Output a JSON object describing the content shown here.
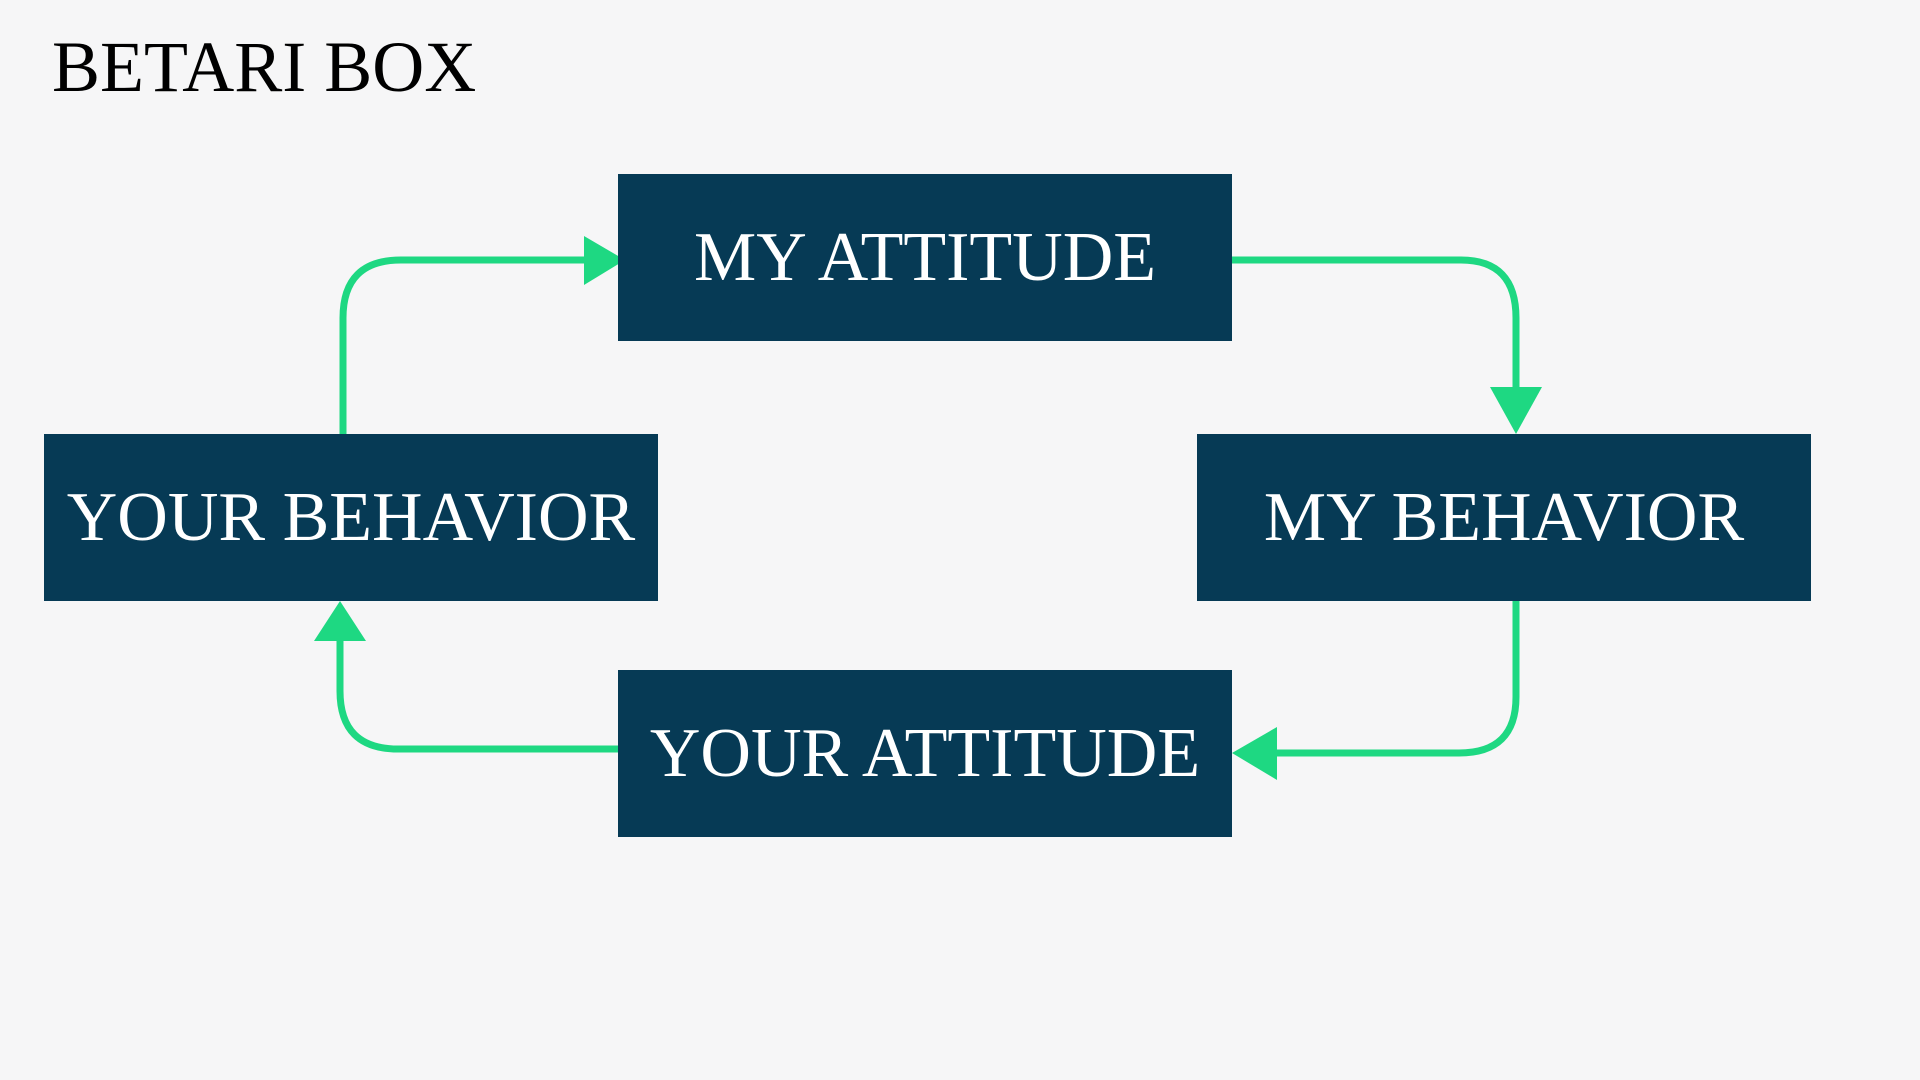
{
  "title": "BETARI BOX",
  "colors": {
    "background": "#f6f6f7",
    "box_fill": "#063a55",
    "box_text": "#ffffff",
    "arrow": "#1ed882",
    "title_text": "#000000"
  },
  "nodes": {
    "my_attitude": "MY ATTITUDE",
    "my_behavior": "MY BEHAVIOR",
    "your_attitude": "YOUR ATTITUDE",
    "your_behavior": "YOUR BEHAVIOR"
  },
  "edges": [
    {
      "from": "my_attitude",
      "to": "my_behavior"
    },
    {
      "from": "my_behavior",
      "to": "your_attitude"
    },
    {
      "from": "your_attitude",
      "to": "your_behavior"
    },
    {
      "from": "your_behavior",
      "to": "my_attitude"
    }
  ]
}
